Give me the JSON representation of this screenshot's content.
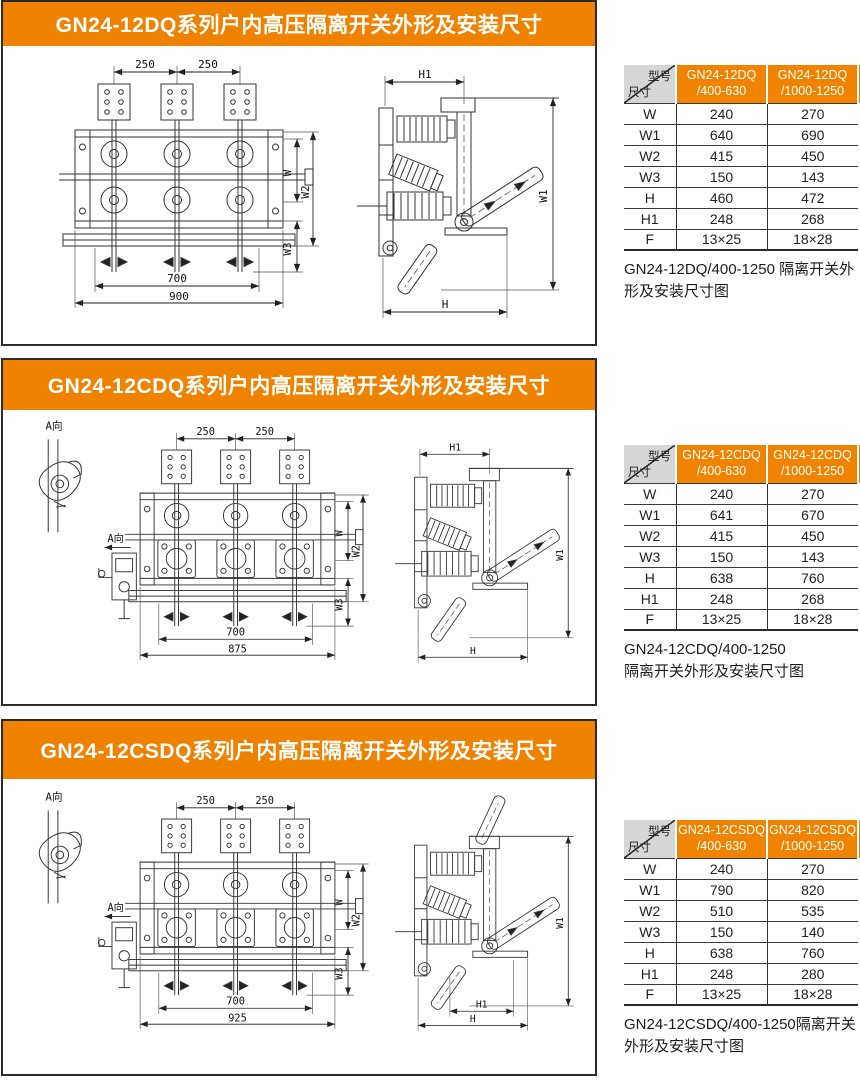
{
  "colors": {
    "banner_orange": "#ef8200",
    "table_header_orange": "#f08300",
    "corner_gray": "#d6d6d6",
    "border_dark": "#2b2b2b"
  },
  "sections": [
    {
      "banner": "GN24-12DQ系列户内高压隔离开关外形及安装尺寸",
      "drawing": {
        "pitch": "250",
        "bottom_inner": "700",
        "bottom_outer": "900",
        "w": "W",
        "w1": "W1",
        "w2": "W2",
        "w3": "W3",
        "h": "H",
        "h1": "H1"
      },
      "table": {
        "corner": {
          "top": "型号",
          "bottom": "尺寸"
        },
        "col1": {
          "line1": "GN24-12DQ",
          "line2": "/400-630"
        },
        "col2": {
          "line1": "GN24-12DQ",
          "line2": "/1000-1250"
        },
        "rows": [
          {
            "label": "W",
            "v1": "240",
            "v2": "270"
          },
          {
            "label": "W1",
            "v1": "640",
            "v2": "690"
          },
          {
            "label": "W2",
            "v1": "415",
            "v2": "450"
          },
          {
            "label": "W3",
            "v1": "150",
            "v2": "143"
          },
          {
            "label": "H",
            "v1": "460",
            "v2": "472"
          },
          {
            "label": "H1",
            "v1": "248",
            "v2": "268"
          },
          {
            "label": "F",
            "v1": "13×25",
            "v2": "18×28"
          }
        ]
      },
      "caption": {
        "line1": "GN24-12DQ/400-1250 隔离开关外",
        "line2": "形及安装尺寸图"
      }
    },
    {
      "banner": "GN24-12CDQ系列户内高压隔离开关外形及安装尺寸",
      "a_view": "A向",
      "drawing": {
        "pitch": "250",
        "bottom_inner": "700",
        "bottom_outer": "875",
        "w": "W",
        "w1": "W1",
        "w2": "W2",
        "w3": "W3",
        "h": "H",
        "h1": "H1"
      },
      "table": {
        "corner": {
          "top": "型号",
          "bottom": "尺寸"
        },
        "col1": {
          "line1": "GN24-12CDQ",
          "line2": "/400-630"
        },
        "col2": {
          "line1": "GN24-12CDQ",
          "line2": "/1000-1250"
        },
        "rows": [
          {
            "label": "W",
            "v1": "240",
            "v2": "270"
          },
          {
            "label": "W1",
            "v1": "641",
            "v2": "670"
          },
          {
            "label": "W2",
            "v1": "415",
            "v2": "450"
          },
          {
            "label": "W3",
            "v1": "150",
            "v2": "143"
          },
          {
            "label": "H",
            "v1": "638",
            "v2": "760"
          },
          {
            "label": "H1",
            "v1": "248",
            "v2": "268"
          },
          {
            "label": "F",
            "v1": "13×25",
            "v2": "18×28"
          }
        ]
      },
      "caption": {
        "line1": "GN24-12CDQ/400-1250",
        "line2": "隔离开关外形及安装尺寸图"
      }
    },
    {
      "banner": "GN24-12CSDQ系列户内高压隔离开关外形及安装尺寸",
      "a_view": "A向",
      "drawing": {
        "pitch": "250",
        "bottom_inner": "700",
        "bottom_outer": "925",
        "w": "W",
        "w1": "W1",
        "w2": "W2",
        "w3": "W3",
        "h": "H",
        "h1": "H1"
      },
      "table": {
        "corner": {
          "top": "型号",
          "bottom": "尺寸"
        },
        "col1": {
          "line1": "GN24-12CSDQ",
          "line2": "/400-630"
        },
        "col2": {
          "line1": "GN24-12CSDQ",
          "line2": "/1000-1250"
        },
        "rows": [
          {
            "label": "W",
            "v1": "240",
            "v2": "270"
          },
          {
            "label": "W1",
            "v1": "790",
            "v2": "820"
          },
          {
            "label": "W2",
            "v1": "510",
            "v2": "535"
          },
          {
            "label": "W3",
            "v1": "150",
            "v2": "140"
          },
          {
            "label": "H",
            "v1": "638",
            "v2": "760"
          },
          {
            "label": "H1",
            "v1": "248",
            "v2": "280"
          },
          {
            "label": "F",
            "v1": "13×25",
            "v2": "18×28"
          }
        ]
      },
      "caption": {
        "line1": "GN24-12CSDQ/400-1250隔离开关",
        "line2": "外形及安装尺寸图"
      }
    }
  ]
}
